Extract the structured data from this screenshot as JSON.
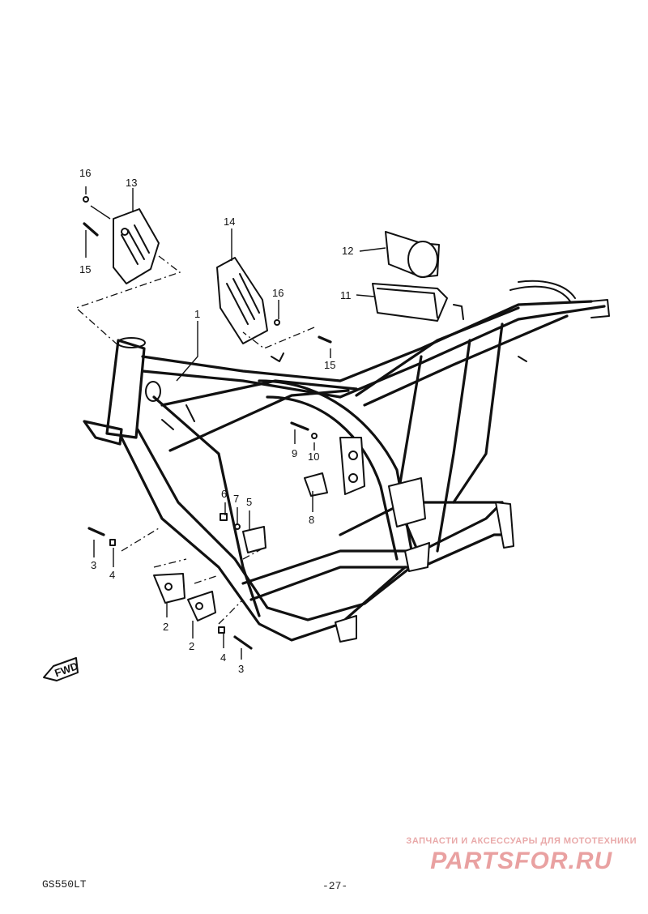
{
  "callouts": {
    "c1": "1",
    "c2a": "2",
    "c2b": "2",
    "c3a": "3",
    "c3b": "3",
    "c4a": "4",
    "c4b": "4",
    "c5": "5",
    "c6": "6",
    "c7": "7",
    "c8": "8",
    "c9": "9",
    "c10": "10",
    "c11": "11",
    "c12": "12",
    "c13": "13",
    "c14": "14",
    "c15a": "15",
    "c15b": "15",
    "c16a": "16",
    "c16b": "16"
  },
  "fwd_label": "FWD",
  "footer": {
    "model_code": "GS550LT",
    "page_number": "-27-"
  },
  "watermark": {
    "tagline": "ЗАПЧАСТИ И АКСЕССУАРЫ ДЛЯ МОТОТЕХНИКИ",
    "logo": "PARTSFOR.RU",
    "color": "#e9a1a1"
  }
}
